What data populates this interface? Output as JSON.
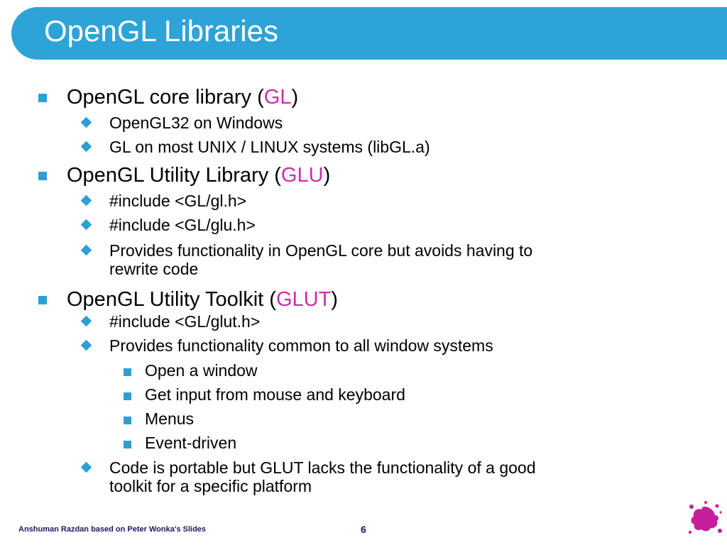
{
  "title": "OpenGL Libraries",
  "colors": {
    "title_bar": "#2ea3d8",
    "bullet": "#2b9fd6",
    "highlight": "#cc2fa6",
    "footer_text": "#1a1a66",
    "logo": "#c61f9e"
  },
  "items": [
    {
      "level": 1,
      "segments": [
        {
          "text": "OpenGL core library (",
          "hl": false
        },
        {
          "text": "GL",
          "hl": true
        },
        {
          "text": ")",
          "hl": false
        }
      ]
    },
    {
      "level": 2,
      "segments": [
        {
          "text": "OpenGL32 on Windows",
          "hl": false
        }
      ]
    },
    {
      "level": 2,
      "segments": [
        {
          "text": "GL on most UNIX / LINUX systems (libGL.a)",
          "hl": false
        }
      ]
    },
    {
      "level": 1,
      "segments": [
        {
          "text": "OpenGL Utility Library (",
          "hl": false
        },
        {
          "text": "GLU",
          "hl": true
        },
        {
          "text": ")",
          "hl": false
        }
      ]
    },
    {
      "level": 2,
      "segments": [
        {
          "text": "#include <GL/gl.h>",
          "hl": false
        }
      ]
    },
    {
      "level": 2,
      "segments": [
        {
          "text": "#include <GL/glu.h>",
          "hl": false
        }
      ]
    },
    {
      "level": 2,
      "segments": [
        {
          "text": "Provides functionality in OpenGL core but avoids having to",
          "hl": false
        }
      ],
      "continuation": "rewrite code"
    },
    {
      "level": 1,
      "segments": [
        {
          "text": "OpenGL Utility Toolkit (",
          "hl": false
        },
        {
          "text": "GLUT",
          "hl": true
        },
        {
          "text": ")",
          "hl": false
        }
      ]
    },
    {
      "level": 2,
      "segments": [
        {
          "text": "#include <GL/glut.h>",
          "hl": false
        }
      ]
    },
    {
      "level": 2,
      "segments": [
        {
          "text": "Provides functionality common to all window systems",
          "hl": false
        }
      ]
    },
    {
      "level": 3,
      "segments": [
        {
          "text": "Open a window",
          "hl": false
        }
      ]
    },
    {
      "level": 3,
      "segments": [
        {
          "text": "Get input from mouse and keyboard",
          "hl": false
        }
      ]
    },
    {
      "level": 3,
      "segments": [
        {
          "text": "Menus",
          "hl": false
        }
      ]
    },
    {
      "level": 3,
      "segments": [
        {
          "text": "Event-driven",
          "hl": false
        }
      ]
    },
    {
      "level": 2,
      "segments": [
        {
          "text": "Code is portable but GLUT lacks the functionality of a good",
          "hl": false
        }
      ],
      "continuation": "toolkit for a specific platform"
    }
  ],
  "footer": {
    "credit": "Anshuman Razdan based on Peter Wonka's Slides",
    "page_number": "6"
  }
}
